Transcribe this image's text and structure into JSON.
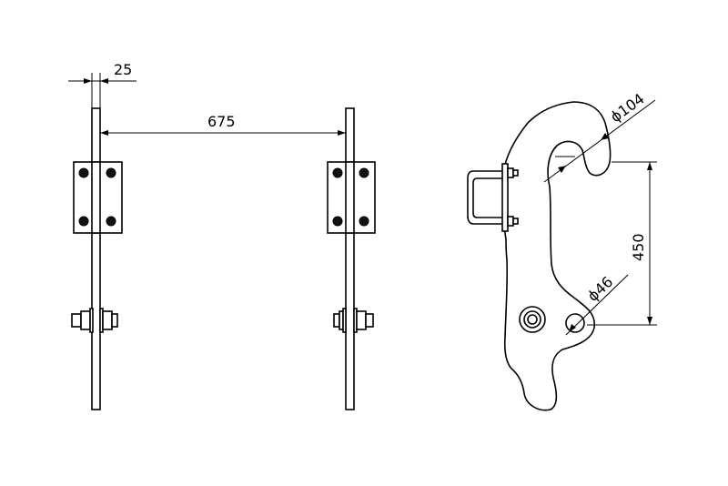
{
  "dimensions": {
    "plate_thickness": "25",
    "plate_spacing": "675",
    "hook_diameter": "ϕ104",
    "height": "450",
    "pin_diameter": "ϕ46"
  }
}
